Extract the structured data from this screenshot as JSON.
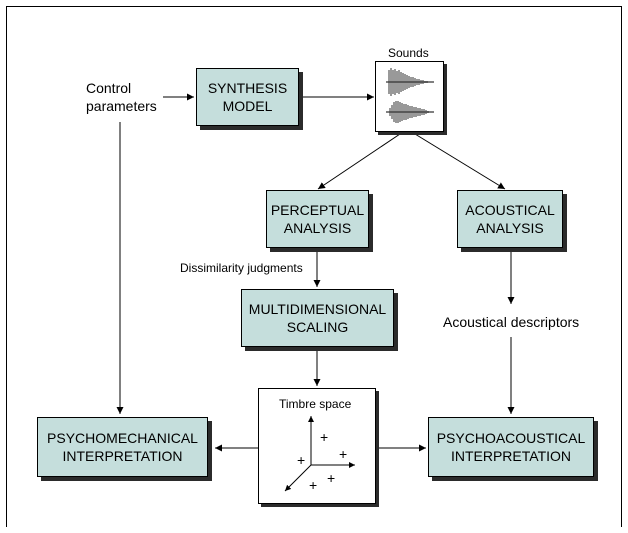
{
  "labels": {
    "control_parameters": "Control\nparameters",
    "sounds": "Sounds",
    "dissimilarity_judgments": "Dissimilarity judgments",
    "acoustical_descriptors": "Acoustical descriptors",
    "timbre_space": "Timbre space"
  },
  "boxes": {
    "synthesis_model": "SYNTHESIS\nMODEL",
    "perceptual_analysis": "PERCEPTUAL\nANALYSIS",
    "acoustical_analysis": "ACOUSTICAL\nANALYSIS",
    "multidimensional_scaling": "MULTIDIMENSIONAL\nSCALING",
    "psychomechanical_interpretation": "PSYCHOMECHANICAL\nINTERPRETATION",
    "psychoacoustical_interpretation": "PSYCHOACOUSTICAL\nINTERPRETATION"
  },
  "timbre_space": {
    "markers": [
      "+",
      "+",
      "+",
      "+",
      "+"
    ]
  },
  "colors": {
    "box_fill": "#c5dedc",
    "box_shadow": "#2b2b2b",
    "line": "#000000"
  }
}
